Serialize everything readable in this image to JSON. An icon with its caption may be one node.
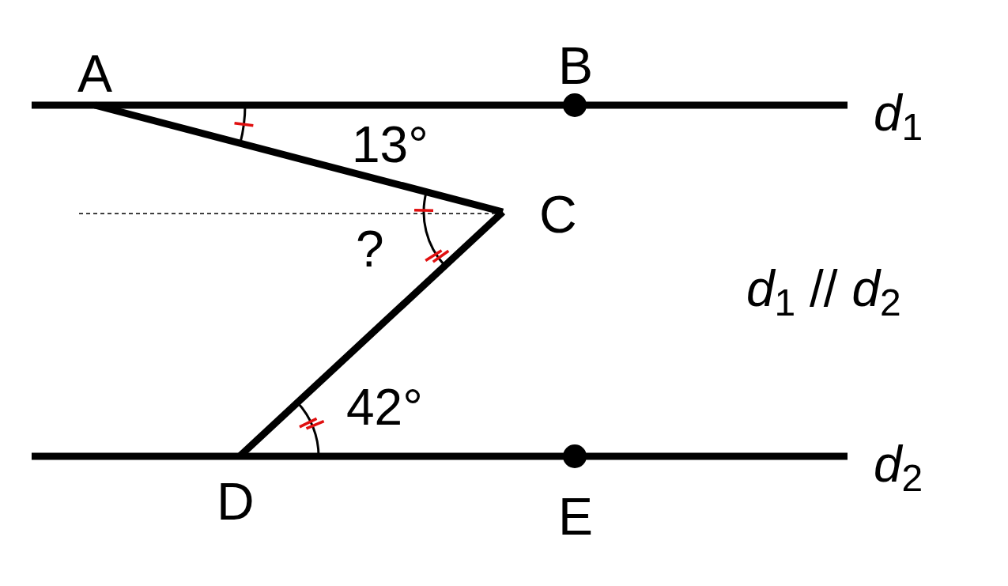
{
  "diagram": {
    "nodes": [
      {
        "text": [
          "A"
        ]
      },
      {
        "text": [
          "B"
        ]
      },
      {
        "text": [
          "C"
        ]
      },
      {
        "text": [
          "D"
        ]
      },
      {
        "text": [
          "E"
        ]
      }
    ],
    "edges": [
      {
        "from": 0,
        "to": 2,
        "arrow": "none"
      },
      {
        "from": 2,
        "to": 3,
        "arrow": "none"
      }
    ],
    "labels": [
      "*d*$_{1}$",
      "13°",
      "?",
      "*d*$_{1}$ // *d*$_{2}$",
      "42°",
      "*d*$_{2}$"
    ]
  }
}
